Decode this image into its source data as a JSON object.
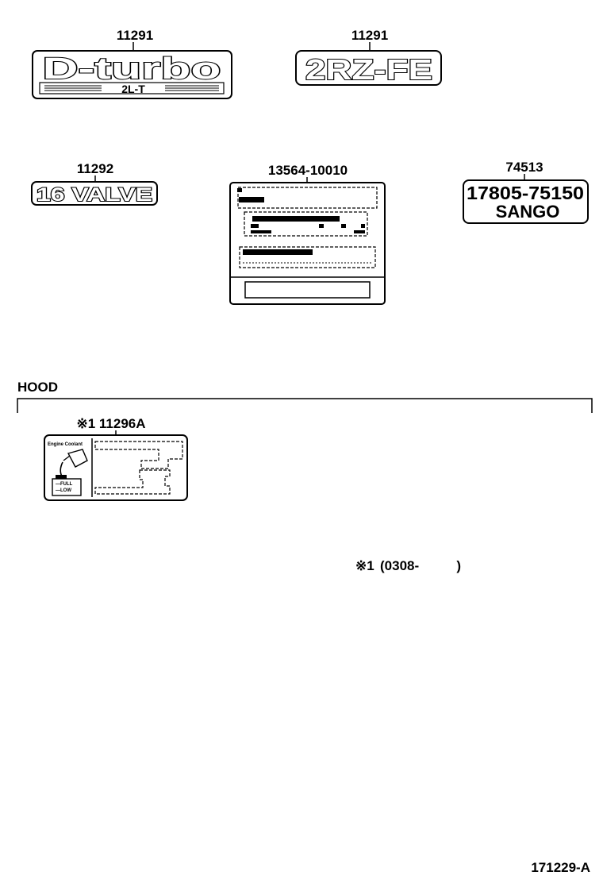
{
  "parts": {
    "dturbo": {
      "number": "11291",
      "emblem_text": "D-turbo",
      "sub_text": "2L-T"
    },
    "rzfe": {
      "number": "11291",
      "emblem_text": "2RZ-FE"
    },
    "valve": {
      "number": "11292",
      "emblem_text": "16 VALVE"
    },
    "label": {
      "number": "13564-10010"
    },
    "sango": {
      "number": "74513",
      "line1": "17805-75150",
      "line2": "SANGO"
    },
    "coolant": {
      "number": "※1 11296A",
      "header": "Engine Coolant",
      "full": "—FULL",
      "low": "—LOW"
    }
  },
  "hood": {
    "label": "HOOD"
  },
  "footnote": {
    "mark": "※1",
    "range": "(0308-          )"
  },
  "diagram_id": "171229-A"
}
